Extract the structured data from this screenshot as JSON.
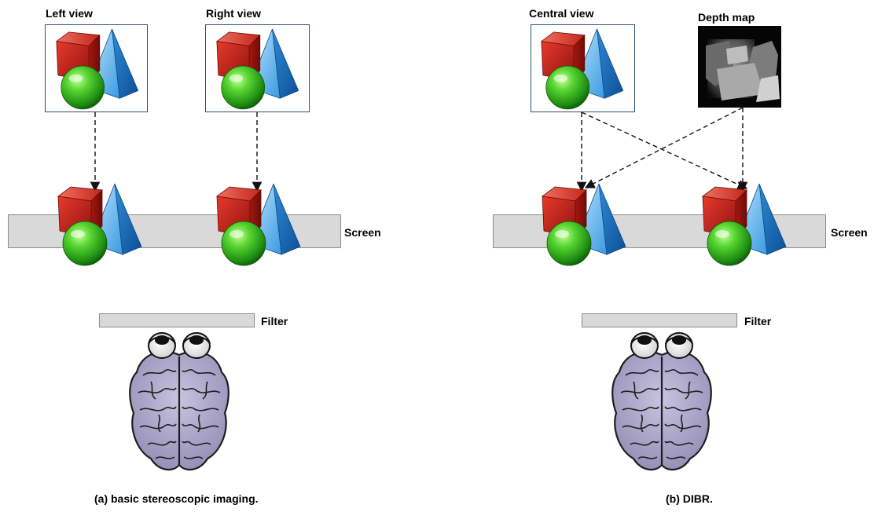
{
  "panel_a": {
    "left_view_label": "Left view",
    "right_view_label": "Right view",
    "screen_label": "Screen",
    "filter_label": "Filter",
    "caption": "(a) basic stereoscopic imaging."
  },
  "panel_b": {
    "central_view_label": "Central view",
    "depth_map_label": "Depth map",
    "screen_label": "Screen",
    "filter_label": "Filter",
    "caption": "(b) DIBR."
  },
  "colors": {
    "cube": "#d42a1e",
    "pyramid": "#2f8fd8",
    "sphere": "#3fbf2a",
    "screen_bar": "#d9d9d9",
    "brain": "#a8a3c6"
  }
}
